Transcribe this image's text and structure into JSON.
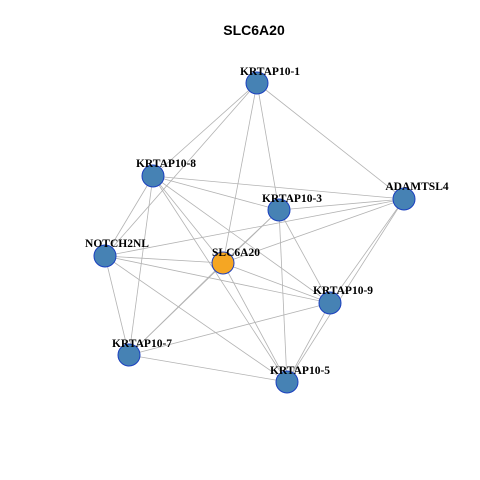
{
  "title": "SLC6A20",
  "colors": {
    "node_default": "#4682b4",
    "node_query": "#f5a623",
    "node_border": "#1a3fbf",
    "edge": "#b3b3b3"
  },
  "nodes": [
    {
      "id": "KRTAP10-1",
      "label": "KRTAP10-1",
      "query": false
    },
    {
      "id": "KRTAP10-8",
      "label": "KRTAP10-8",
      "query": false
    },
    {
      "id": "KRTAP10-3",
      "label": "KRTAP10-3",
      "query": false
    },
    {
      "id": "ADAMTSL4",
      "label": "ADAMTSL4",
      "query": false
    },
    {
      "id": "NOTCH2NL",
      "label": "NOTCH2NL",
      "query": false
    },
    {
      "id": "SLC6A20",
      "label": "SLC6A20",
      "query": true
    },
    {
      "id": "KRTAP10-9",
      "label": "KRTAP10-9",
      "query": false
    },
    {
      "id": "KRTAP10-7",
      "label": "KRTAP10-7",
      "query": false
    },
    {
      "id": "KRTAP10-5",
      "label": "KRTAP10-5",
      "query": false
    }
  ],
  "edges": [
    [
      "KRTAP10-1",
      "KRTAP10-8"
    ],
    [
      "KRTAP10-1",
      "KRTAP10-3"
    ],
    [
      "KRTAP10-1",
      "SLC6A20"
    ],
    [
      "KRTAP10-1",
      "ADAMTSL4"
    ],
    [
      "KRTAP10-1",
      "NOTCH2NL"
    ],
    [
      "KRTAP10-8",
      "KRTAP10-3"
    ],
    [
      "KRTAP10-8",
      "ADAMTSL4"
    ],
    [
      "KRTAP10-8",
      "NOTCH2NL"
    ],
    [
      "KRTAP10-8",
      "SLC6A20"
    ],
    [
      "KRTAP10-8",
      "KRTAP10-9"
    ],
    [
      "KRTAP10-8",
      "KRTAP10-7"
    ],
    [
      "KRTAP10-8",
      "KRTAP10-5"
    ],
    [
      "KRTAP10-3",
      "ADAMTSL4"
    ],
    [
      "KRTAP10-3",
      "SLC6A20"
    ],
    [
      "KRTAP10-3",
      "KRTAP10-9"
    ],
    [
      "KRTAP10-3",
      "KRTAP10-5"
    ],
    [
      "KRTAP10-3",
      "KRTAP10-7"
    ],
    [
      "ADAMTSL4",
      "NOTCH2NL"
    ],
    [
      "ADAMTSL4",
      "SLC6A20"
    ],
    [
      "ADAMTSL4",
      "KRTAP10-9"
    ],
    [
      "ADAMTSL4",
      "KRTAP10-5"
    ],
    [
      "NOTCH2NL",
      "SLC6A20"
    ],
    [
      "NOTCH2NL",
      "KRTAP10-9"
    ],
    [
      "NOTCH2NL",
      "KRTAP10-7"
    ],
    [
      "NOTCH2NL",
      "KRTAP10-5"
    ],
    [
      "SLC6A20",
      "KRTAP10-9"
    ],
    [
      "SLC6A20",
      "KRTAP10-7"
    ],
    [
      "SLC6A20",
      "KRTAP10-5"
    ],
    [
      "KRTAP10-9",
      "KRTAP10-7"
    ],
    [
      "KRTAP10-9",
      "KRTAP10-5"
    ],
    [
      "KRTAP10-7",
      "KRTAP10-5"
    ]
  ]
}
